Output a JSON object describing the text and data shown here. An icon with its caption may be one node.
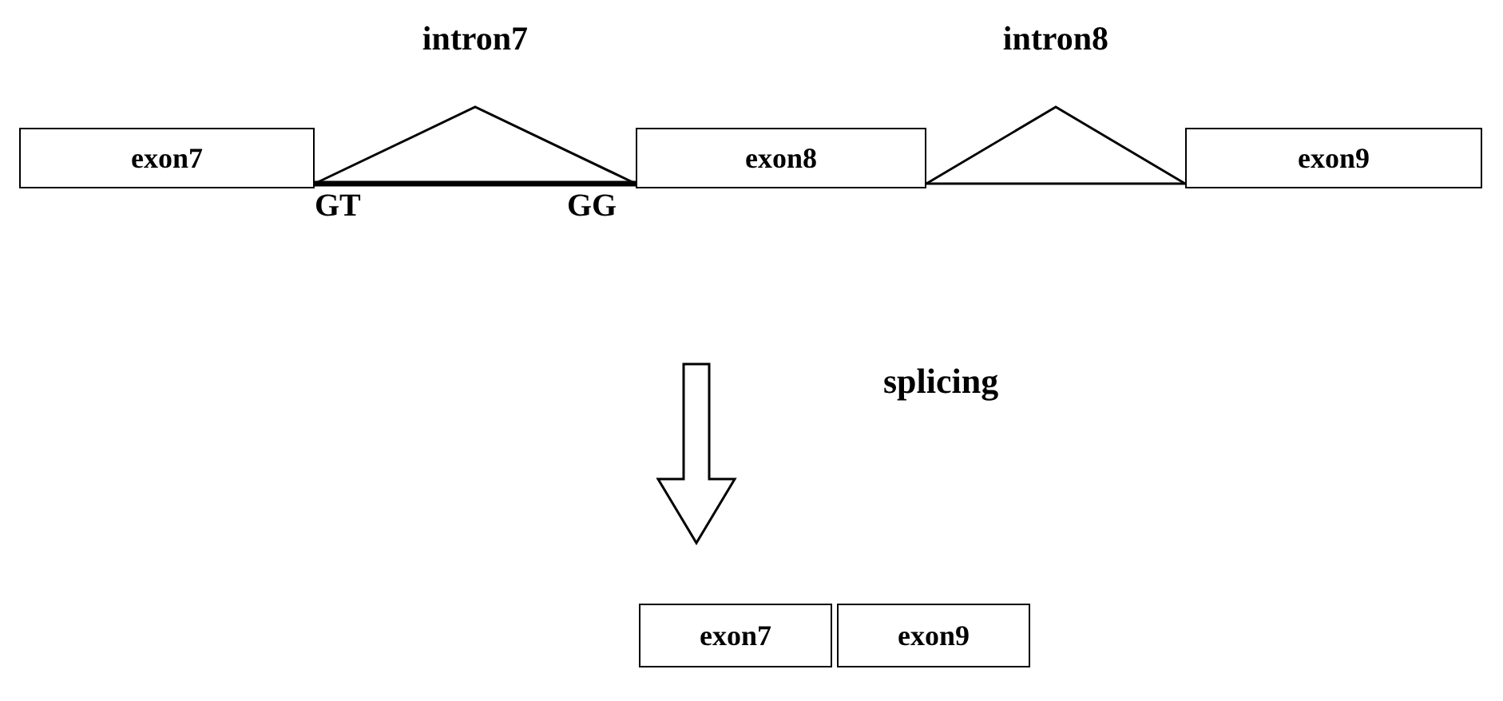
{
  "diagram": {
    "nodes": [
      {
        "text": [
          "exon7"
        ]
      },
      {
        "text": [
          "exon8"
        ]
      },
      {
        "text": [
          "exon9"
        ]
      },
      {
        "text": [
          "exon7"
        ]
      },
      {
        "text": [
          "exon9"
        ]
      }
    ],
    "edges": [
      {
        "from": 0,
        "to": 1,
        "arrow": "none",
        "style": "thick"
      },
      {
        "from": 0,
        "to": 1,
        "arrow": "none",
        "label": "intron7"
      },
      {
        "from": 1,
        "to": 2,
        "arrow": "none"
      },
      {
        "from": 1,
        "to": 2,
        "arrow": "none",
        "label": "intron8"
      }
    ],
    "labels": [
      "GT",
      "GG",
      "splicing"
    ]
  }
}
